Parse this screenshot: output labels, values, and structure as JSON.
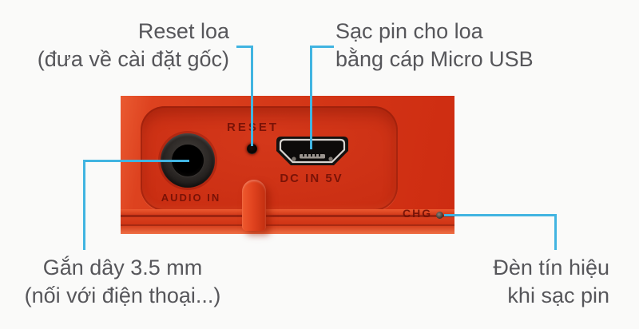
{
  "colors": {
    "background": "#fafaf9",
    "callout_accent": "#41b4e1",
    "label_text": "#56565a",
    "speaker_body_red": "#d43818",
    "panel_marking_red": "#70100 6"
  },
  "callout_labels": {
    "reset": {
      "line1": "Reset loa",
      "line2": "(đưa về cài đặt gốc)"
    },
    "charging": {
      "line1": "Sạc pin cho loa",
      "line2": "bằng cáp Micro USB"
    },
    "audio_cable": {
      "line1": "Gắn dây 3.5 mm",
      "line2": "(nối với điện thoại...)"
    },
    "charge_light": {
      "line1": "Đèn tín hiệu",
      "line2": "khi sạc pin"
    }
  },
  "device_markings": {
    "reset": "RESET",
    "audio_in": "AUDIO IN",
    "dc_in": "DC IN 5V",
    "charge": "CHG"
  }
}
